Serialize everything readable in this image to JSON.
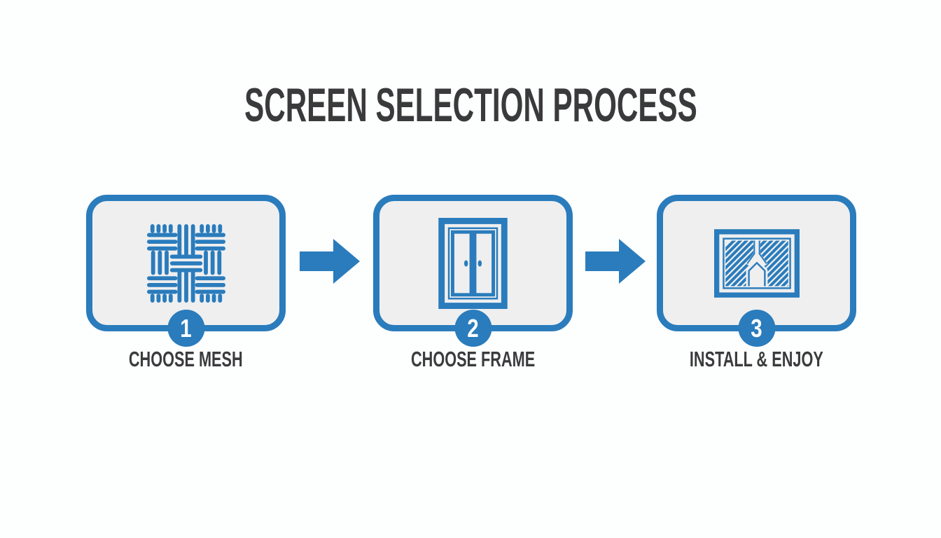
{
  "title": "SCREEN SELECTION PROCESS",
  "steps": [
    {
      "number": "1",
      "label": "CHOOSE MESH",
      "icon": "mesh-weave-icon"
    },
    {
      "number": "2",
      "label": "CHOOSE FRAME",
      "icon": "door-frame-icon"
    },
    {
      "number": "3",
      "label": "INSTALL & ENJOY",
      "icon": "installed-screen-icon"
    }
  ],
  "colors": {
    "accent_blue": "#2a7cbc",
    "card_fill": "#efeff0",
    "title_text": "#3a3a3c",
    "label_text": "#3b3b3d",
    "background": "#fdfefe",
    "badge_number_text": "#ffffff"
  }
}
